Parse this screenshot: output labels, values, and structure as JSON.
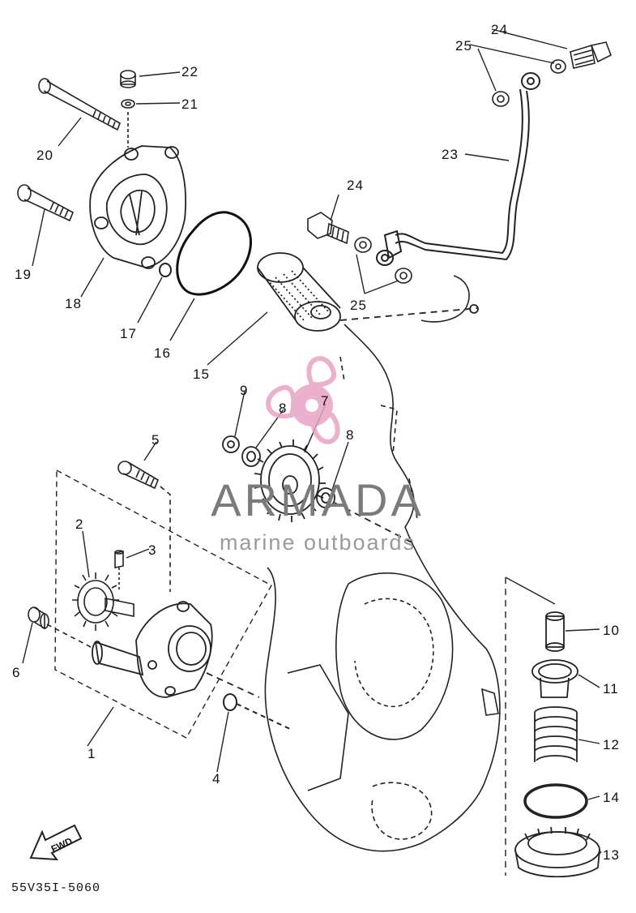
{
  "diagram": {
    "callouts": [
      {
        "id": "c1",
        "label": "1"
      },
      {
        "id": "c2",
        "label": "2"
      },
      {
        "id": "c3",
        "label": "3"
      },
      {
        "id": "c4",
        "label": "4"
      },
      {
        "id": "c5",
        "label": "5"
      },
      {
        "id": "c6",
        "label": "6"
      },
      {
        "id": "c7",
        "label": "7"
      },
      {
        "id": "c8a",
        "label": "8"
      },
      {
        "id": "c8b",
        "label": "8"
      },
      {
        "id": "c9",
        "label": "9"
      },
      {
        "id": "c10",
        "label": "10"
      },
      {
        "id": "c11",
        "label": "11"
      },
      {
        "id": "c12",
        "label": "12"
      },
      {
        "id": "c13",
        "label": "13"
      },
      {
        "id": "c14",
        "label": "14"
      },
      {
        "id": "c15",
        "label": "15"
      },
      {
        "id": "c16",
        "label": "16"
      },
      {
        "id": "c17",
        "label": "17"
      },
      {
        "id": "c18",
        "label": "18"
      },
      {
        "id": "c19",
        "label": "19"
      },
      {
        "id": "c20",
        "label": "20"
      },
      {
        "id": "c21",
        "label": "21"
      },
      {
        "id": "c22",
        "label": "22"
      },
      {
        "id": "c23",
        "label": "23"
      },
      {
        "id": "c24a",
        "label": "24"
      },
      {
        "id": "c24b",
        "label": "24"
      },
      {
        "id": "c25a",
        "label": "25"
      },
      {
        "id": "c25b",
        "label": "25"
      }
    ],
    "direction_marker": "FWD",
    "drawing_code": "55V35I-5060"
  },
  "watermark": {
    "brand": "ARMADA",
    "tagline": "marine outboards",
    "logo_color": "#e8a3c4",
    "text_color": "#7b7b7b"
  }
}
